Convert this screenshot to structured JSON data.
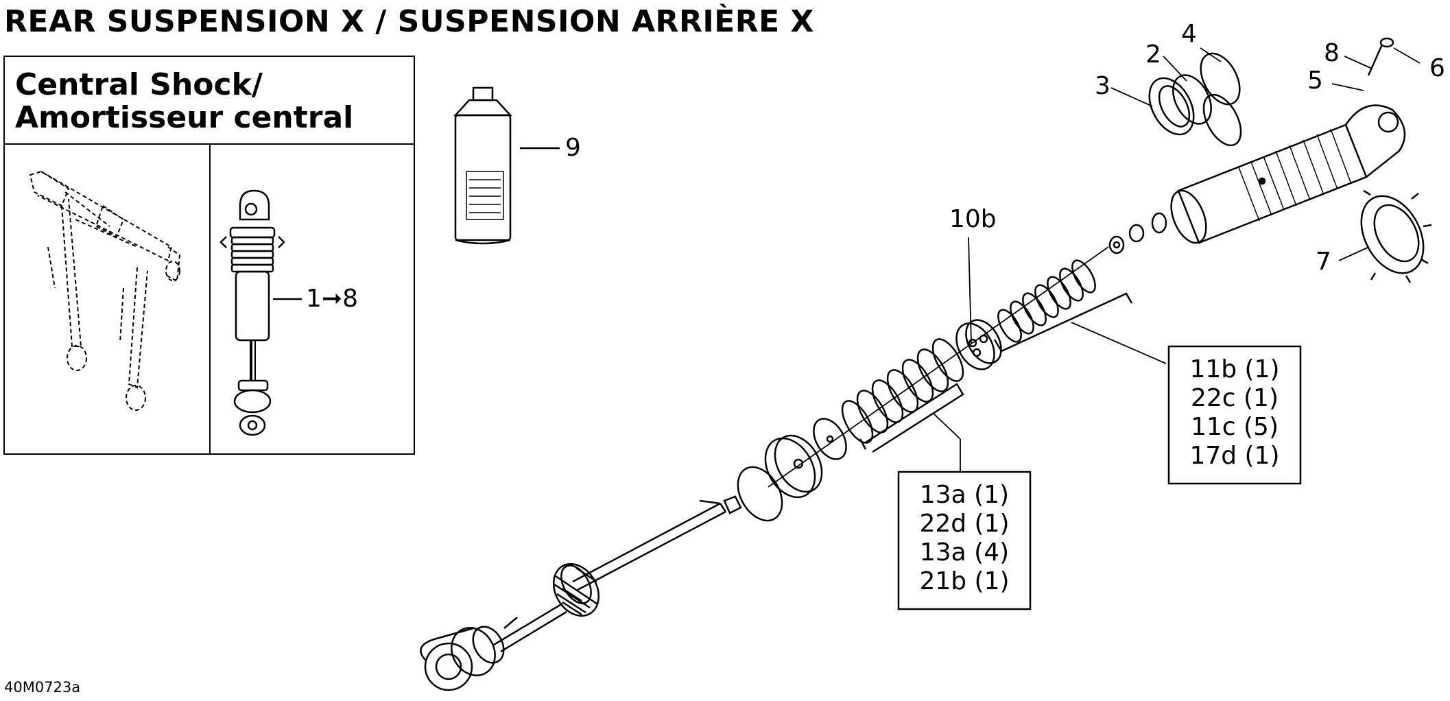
{
  "title": "REAR SUSPENSION X / SUSPENSION ARRIÈRE X",
  "inset": {
    "heading_line1": "Central Shock/",
    "heading_line2": "Amortisseur central",
    "shock_label": "1➞8"
  },
  "callouts": {
    "c2": "2",
    "c3": "3",
    "c4": "4",
    "c5": "5",
    "c6": "6",
    "c7": "7",
    "c8": "8",
    "c9": "9",
    "c10b": "10b"
  },
  "kit_right": [
    "11b (1)",
    "22c (1)",
    "11c (5)",
    "17d (1)"
  ],
  "kit_left": [
    "13a (1)",
    "22d (1)",
    "13a (4)",
    "21b (1)"
  ],
  "drawing_code": "40M0723a"
}
